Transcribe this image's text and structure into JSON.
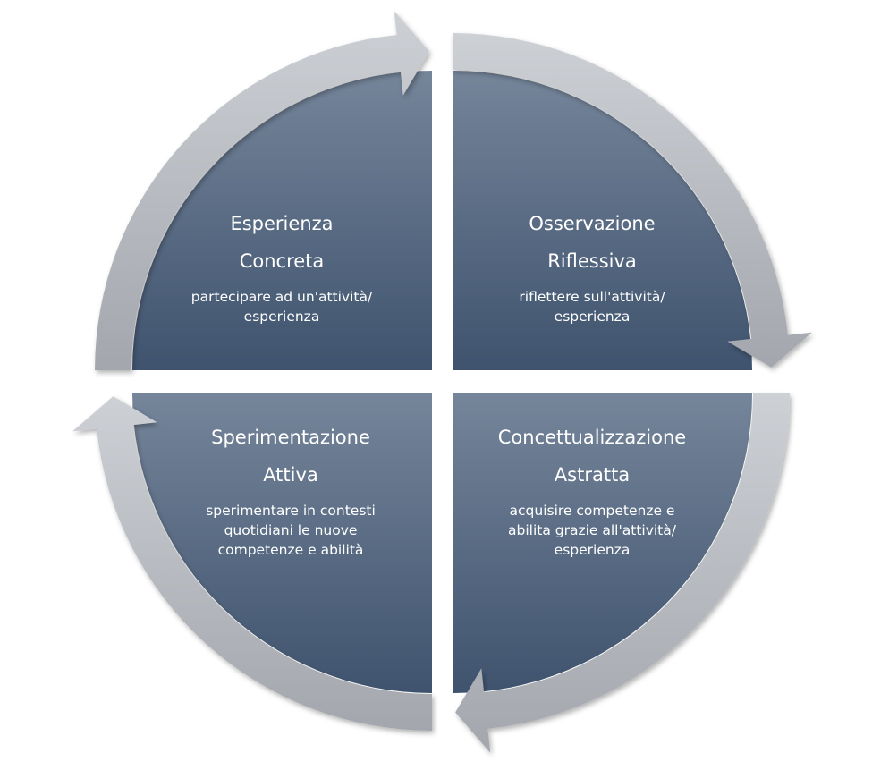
{
  "colors": {
    "quadrant_top": "#75859a",
    "quadrant_bottom": "#3f536e",
    "arrow_light": "#c9ccd1",
    "arrow_dark": "#a3a7ad",
    "text": "#ffffff"
  },
  "quadrants": [
    {
      "title1": "Esperienza",
      "title2": "Concreta",
      "desc1": "partecipare ad un'attività/",
      "desc2": "esperienza",
      "desc3": ""
    },
    {
      "title1": "Osservazione",
      "title2": "Riflessiva",
      "desc1": "riflettere sull'attività/",
      "desc2": "esperienza",
      "desc3": ""
    },
    {
      "title1": "Concettualizzazione",
      "title2": "Astratta",
      "desc1": "acquisire competenze e",
      "desc2": "abilita grazie all'attività/",
      "desc3": "esperienza"
    },
    {
      "title1": "Sperimentazione",
      "title2": "Attiva",
      "desc1": "sperimentare in contesti",
      "desc2": "quotidiani le nuove",
      "desc3": "competenze e abilità"
    }
  ]
}
